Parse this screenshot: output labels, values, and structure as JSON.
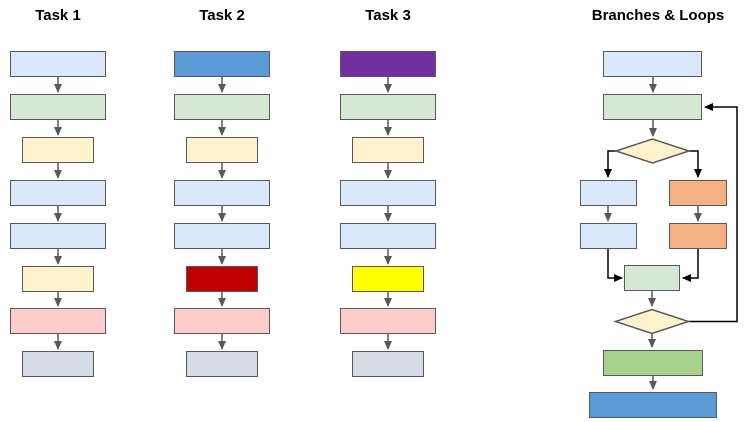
{
  "colors": {
    "light_blue": "#DAE8FC",
    "light_green": "#D5E8D4",
    "cream": "#FFF2CC",
    "pink": "#FFCCCC",
    "lavender": "#D6DCE5",
    "medium_blue": "#5B9BD5",
    "red": "#C00000",
    "purple": "#7030A0",
    "yellow": "#FFFF00",
    "orange": "#F4B183",
    "medium_green": "#A9D18E",
    "border": "#595959",
    "arrow_gray": "#595959",
    "arrow_black": "#000000",
    "title_text": "#000000",
    "background": "#FFFFFF"
  },
  "tasks": [
    {
      "label": "Task 1",
      "steps": [
        "light_blue",
        "light_green",
        "cream",
        "light_blue",
        "light_blue",
        "cream",
        "pink",
        "lavender"
      ]
    },
    {
      "label": "Task 2",
      "steps": [
        "medium_blue",
        "light_green",
        "cream",
        "light_blue",
        "light_blue",
        "red",
        "pink",
        "lavender"
      ]
    },
    {
      "label": "Task 3",
      "steps": [
        "purple",
        "light_green",
        "cream",
        "light_blue",
        "light_blue",
        "yellow",
        "pink",
        "lavender"
      ]
    }
  ],
  "branches": {
    "label": "Branches & Loops",
    "nodes": {
      "start": "light_blue",
      "loop_target": "light_green",
      "decision1": "cream",
      "left1": "light_blue",
      "left2": "light_blue",
      "right1": "orange",
      "right2": "orange",
      "merge": "light_green",
      "decision2": "cream",
      "post": "medium_green",
      "end": "medium_blue"
    }
  }
}
